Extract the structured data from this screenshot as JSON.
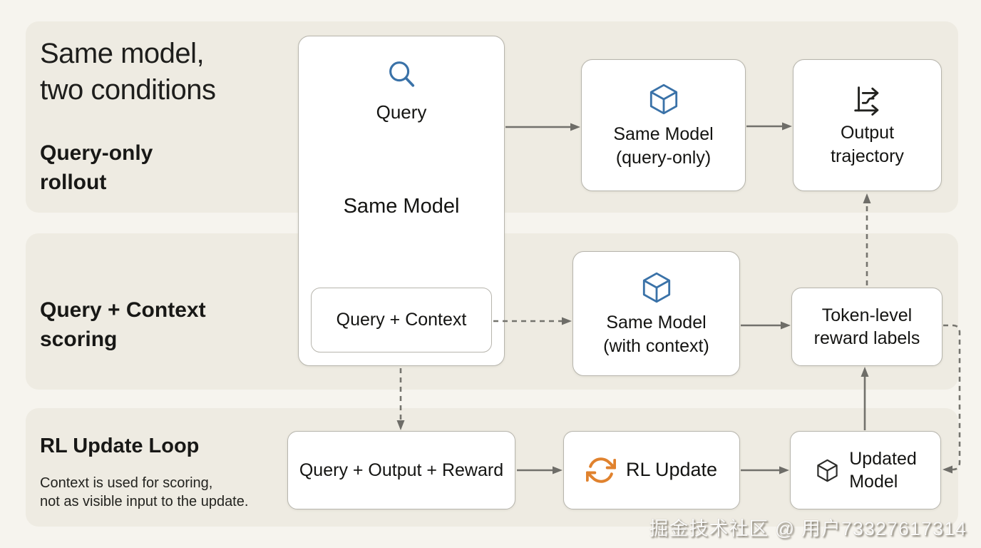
{
  "colors": {
    "page_bg": "#f6f4ee",
    "band_bg": "#eeebe2",
    "box_bg": "#ffffff",
    "box_border": "#b7b5ad",
    "text": "#1d1d1b",
    "arrow_gray": "#72716c",
    "accent_blue": "#3a72a8",
    "accent_orange": "#e0822e",
    "icon_dark": "#2b2b29"
  },
  "header": {
    "title_line1": "Same model,",
    "title_line2": "two conditions"
  },
  "bands": {
    "rollout": {
      "label_line1": "Query-only",
      "label_line2": "rollout"
    },
    "scoring": {
      "label_line1": "Query + Context",
      "label_line2": "scoring"
    },
    "loop": {
      "label": "RL Update Loop",
      "desc_line1": "Context is used for scoring,",
      "desc_line2": "not as visible input to the update."
    }
  },
  "nodes": {
    "same_model": {
      "query": "Query",
      "title": "Same Model",
      "context": "Query + Context"
    },
    "query_only": {
      "line1": "Same Model",
      "line2": "(query-only)"
    },
    "output_trajectory": {
      "line1": "Output",
      "line2": "trajectory"
    },
    "with_context": {
      "line1": "Same Model",
      "line2": "(with context)"
    },
    "token_reward": {
      "line1": "Token-level",
      "line2": "reward labels"
    },
    "qor": {
      "label": "Query + Output + Reward"
    },
    "rl_update": {
      "label": "RL Update"
    },
    "updated_model": {
      "line1": "Updated",
      "line2": "Model"
    }
  },
  "watermark": "掘金技术社区 @ 用户73327617314"
}
